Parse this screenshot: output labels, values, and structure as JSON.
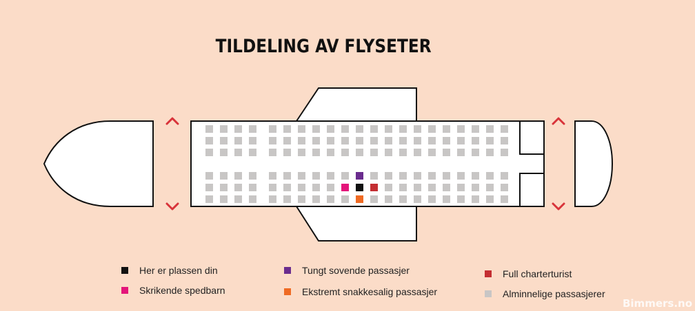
{
  "title": "TILDELING AV FLYSETER",
  "colors": {
    "background": "#fbdcc8",
    "seat_regular": "#c8c6c5",
    "seat_you": "#111111",
    "seat_baby": "#e4157a",
    "seat_sleeper": "#6a2c8e",
    "seat_talker": "#ef6a23",
    "seat_tourist": "#c42e32",
    "exit_arrow": "#d8333a",
    "outline": "#111111",
    "fill": "#ffffff"
  },
  "legend": [
    {
      "label": "Her er plassen din",
      "color": "#111111",
      "icon": "square-black"
    },
    {
      "label": "Skrikende spedbarn",
      "color": "#e4157a",
      "icon": "square-pink"
    },
    {
      "label": "Tungt sovende passasjer",
      "color": "#6a2c8e",
      "icon": "square-purple"
    },
    {
      "label": "Ekstremt snakkesalig passasjer",
      "color": "#ef6a23",
      "icon": "square-orange"
    },
    {
      "label": "Full charterturist",
      "color": "#c42e32",
      "icon": "square-red"
    },
    {
      "label": "Alminnelige passasjerer",
      "color": "#c8c6c5",
      "icon": "square-grey"
    }
  ],
  "watermark": "Bimmers.no"
}
